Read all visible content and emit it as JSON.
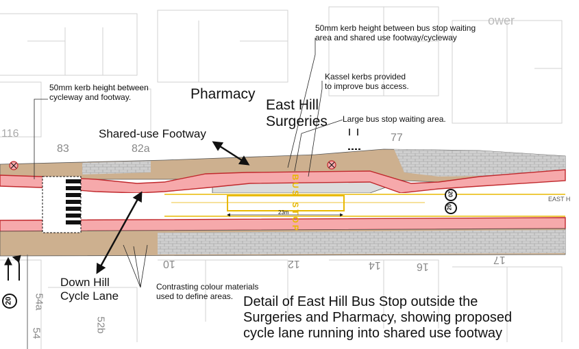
{
  "labels": {
    "kerb_cycleway_footway": "50mm kerb height between\ncycleway and footway.",
    "kerb_bus_stop": "50mm kerb height between bus stop waiting\narea and shared use footway/cycleway",
    "kassel_kerbs": "Kassel kerbs provided\nto improve bus access.",
    "pharmacy": "Pharmacy",
    "surgeries": "East Hill\nSurgeries",
    "large_waiting_area": "Large bus stop waiting area.",
    "shared_use_footway": "Shared-use Footway",
    "down_hill_cycle_lane": "Down Hill\nCycle Lane",
    "contrasting_materials": "Contrasting colour materials\nused to define areas.",
    "detail_caption": "Detail of East Hill Bus Stop outside the\nSurgeries and Pharmacy, showing proposed\ncycle lane running into shared use footway"
  },
  "map_text": {
    "bus_stop_marking": "BUS STOP",
    "bay_length": "23m",
    "speed_limit_upper": "20",
    "speed_limit_lower": "20",
    "speed_limit_left": "20",
    "road_name": "EAST H",
    "house_83": "83",
    "house_82a": "82a",
    "house_77": "77",
    "house_54a": "54a",
    "house_54": "54",
    "house_52b": "52b",
    "house_10": "10",
    "house_12": "12",
    "house_14": "14",
    "house_16": "16",
    "house_17": "17",
    "house_116": "116",
    "tower_text": "ower"
  },
  "colors": {
    "cycle_lane": "#f6a9ab",
    "cycle_lane_edge": "#c0282c",
    "footway": "#cdb08f",
    "block_paving": "#c9c9c9",
    "bus_waiting_area": "#dcdcdc",
    "bus_stop_text": "#e8b800"
  }
}
